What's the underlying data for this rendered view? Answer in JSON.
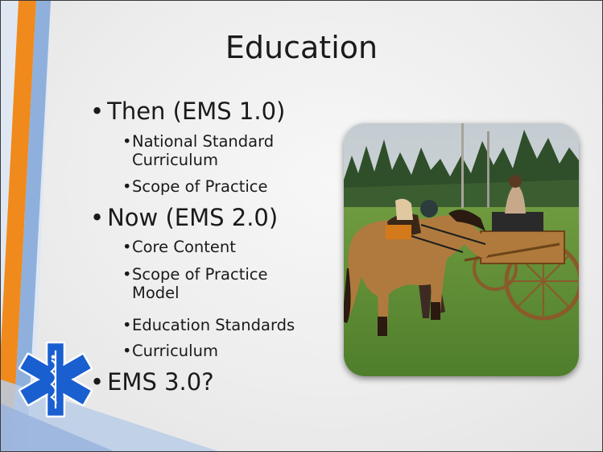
{
  "slide": {
    "title": "Education",
    "bullets": [
      {
        "marker": "•",
        "text": "Then (EMS 1.0)"
      },
      {
        "marker": "•",
        "text": "National Standard"
      },
      {
        "marker": "",
        "text": "Curriculum"
      },
      {
        "marker": "•",
        "text": "Scope of Practice"
      },
      {
        "marker": "•",
        "text": "Now (EMS 2.0)"
      },
      {
        "marker": "•",
        "text": "Core Content"
      },
      {
        "marker": "•",
        "text": "Scope of Practice"
      },
      {
        "marker": "",
        "text": "Model"
      },
      {
        "marker": "•",
        "text": "Education Standards"
      },
      {
        "marker": "•",
        "text": "Curriculum"
      },
      {
        "marker": "•",
        "text": "EMS 3.0?"
      }
    ]
  },
  "colors": {
    "orange_band": "#f08a1c",
    "blue_band": "#7f9fd0",
    "star_of_life": "#1a5fd0"
  },
  "images": {
    "photo": "horse-and-cart-photo",
    "logo": "star-of-life-icon"
  }
}
